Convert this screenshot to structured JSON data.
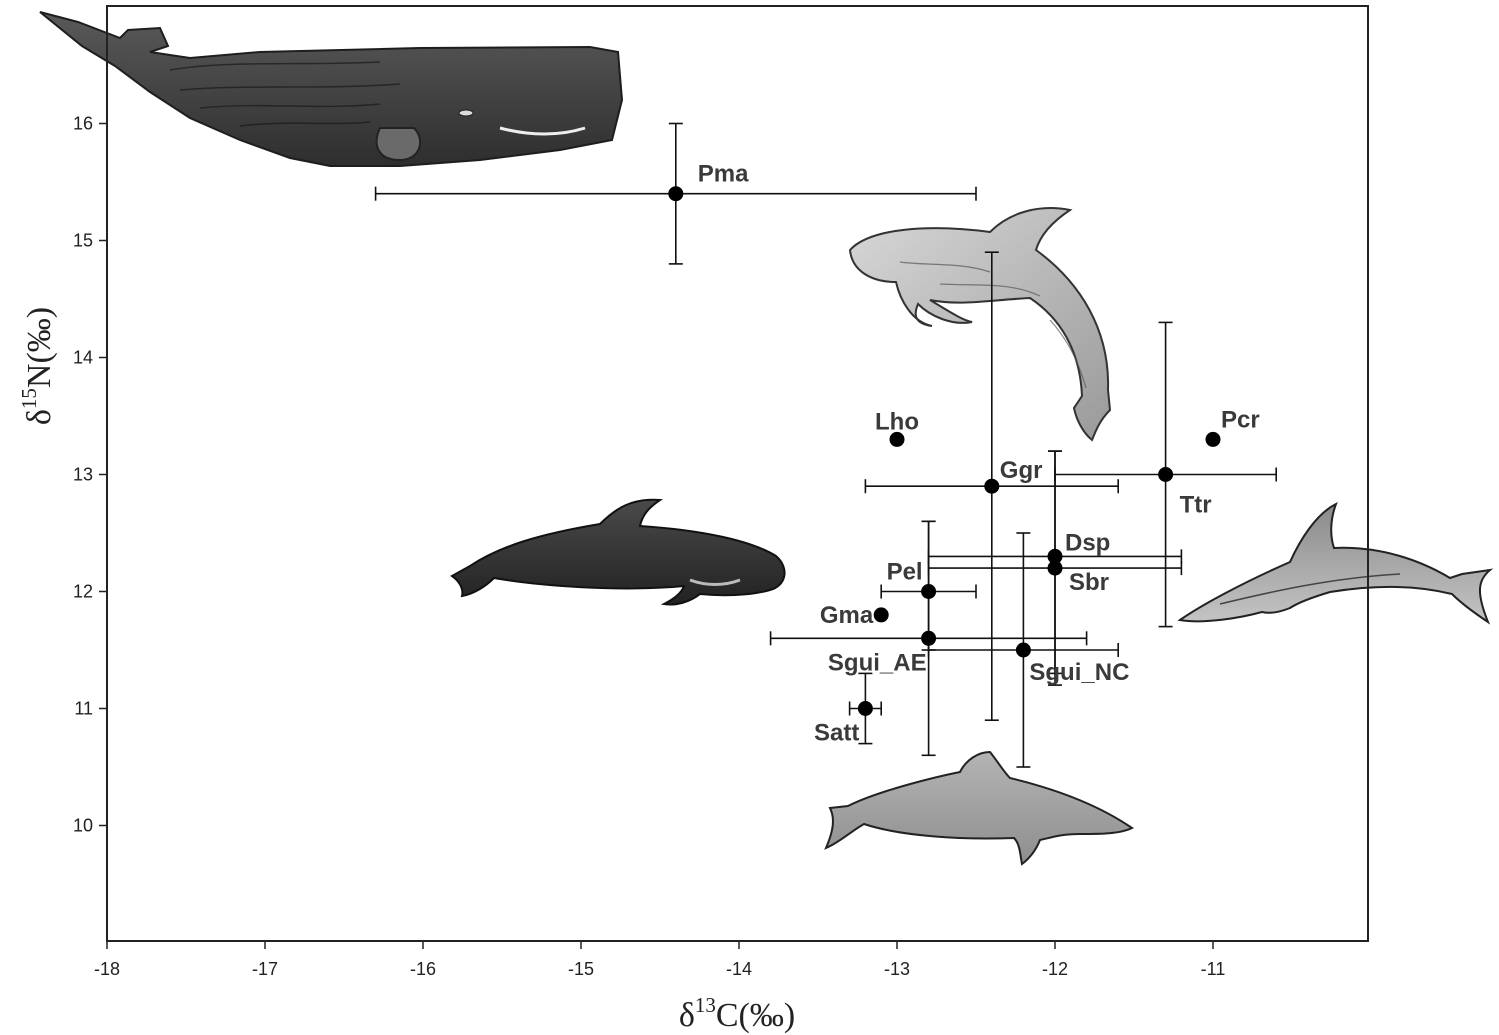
{
  "chart_data": {
    "type": "scatter",
    "title": "",
    "xlabel": {
      "prefix": "δ",
      "sup": "13",
      "suffix": "C(‰)"
    },
    "ylabel": {
      "prefix": "δ",
      "sup": "15",
      "suffix": "N(‰)"
    },
    "xlim": [
      -18,
      -10
    ],
    "ylim": [
      9,
      17.1
    ],
    "xticks": [
      -18,
      -17,
      -16,
      -15,
      -14,
      -13,
      -12,
      -11
    ],
    "yticks": [
      10,
      11,
      12,
      13,
      14,
      15,
      16
    ],
    "grid": false,
    "points": [
      {
        "label": "Pma",
        "x": -14.4,
        "y": 15.4,
        "x_err": [
          -16.3,
          -12.5
        ],
        "y_err": [
          14.8,
          16.0
        ]
      },
      {
        "label": "Lho",
        "x": -13.0,
        "y": 13.3
      },
      {
        "label": "Pcr",
        "x": -11.0,
        "y": 13.3
      },
      {
        "label": "Ggr",
        "x": -12.4,
        "y": 12.9,
        "x_err": [
          -13.2,
          -11.6
        ],
        "y_err": [
          10.9,
          14.9
        ]
      },
      {
        "label": "Ttr",
        "x": -11.3,
        "y": 13.0,
        "x_err": [
          -12.0,
          -10.6
        ],
        "y_err": [
          11.7,
          14.3
        ]
      },
      {
        "label": "Dsp",
        "x": -12.0,
        "y": 12.3,
        "x_err": [
          -12.8,
          -11.2
        ],
        "y_err": [
          11.3,
          13.2
        ]
      },
      {
        "label": "Sbr",
        "x": -12.0,
        "y": 12.2,
        "x_err": [
          -12.8,
          -11.2
        ],
        "y_err": [
          11.2,
          13.2
        ]
      },
      {
        "label": "Pel",
        "x": -12.8,
        "y": 12.0,
        "x_err": [
          -13.1,
          -12.5
        ],
        "y_err": [
          11.5,
          12.6
        ]
      },
      {
        "label": "Gma",
        "x": -13.1,
        "y": 11.8
      },
      {
        "label": "Sgui_AE",
        "x": -12.8,
        "y": 11.6,
        "x_err": [
          -13.8,
          -11.8
        ],
        "y_err": [
          10.6,
          12.6
        ]
      },
      {
        "label": "Sgui_NC",
        "x": -12.2,
        "y": 11.5,
        "x_err": [
          -12.8,
          -11.6
        ],
        "y_err": [
          10.5,
          12.5
        ]
      },
      {
        "label": "Satt",
        "x": -13.2,
        "y": 11.0,
        "x_err": [
          -13.3,
          -13.1
        ],
        "y_err": [
          10.7,
          11.3
        ]
      }
    ]
  },
  "illustrations": [
    {
      "name": "sperm-whale-drawing",
      "color": "#4a4a4a"
    },
    {
      "name": "rissos-dolphin-drawing",
      "color": "#b8b8b8"
    },
    {
      "name": "pilot-whale-drawing",
      "color": "#3a3a3a"
    },
    {
      "name": "striped-dolphin-drawing",
      "color": "#9a9a9a"
    },
    {
      "name": "humpback-dolphin-drawing",
      "color": "#a8a8a8"
    }
  ]
}
